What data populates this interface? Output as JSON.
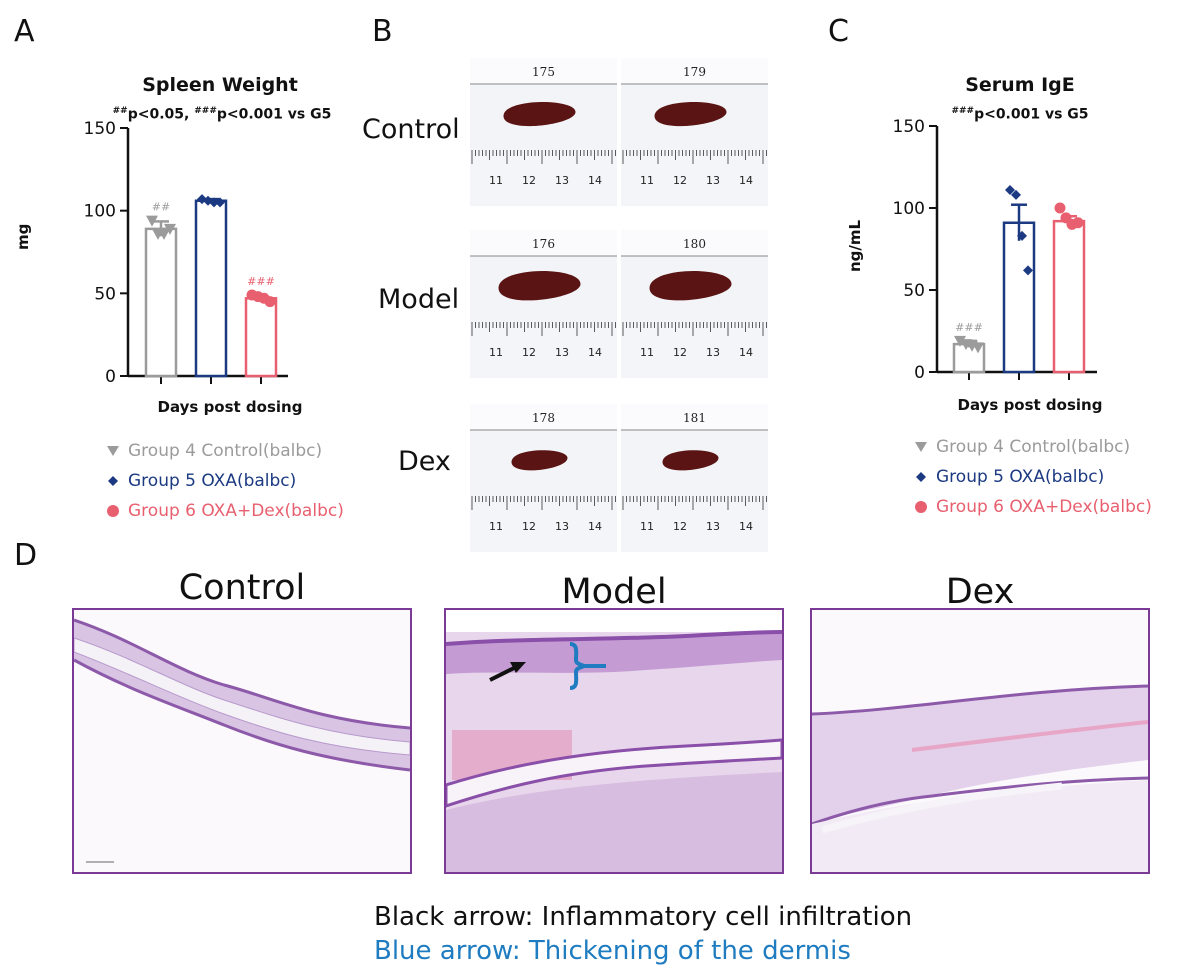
{
  "panels": {
    "a": "A",
    "b": "B",
    "c": "C",
    "d": "D"
  },
  "colors": {
    "group4": "#9b9b9b",
    "group5": "#1c3a82",
    "group6": "#e8606f",
    "frame": "#7b3a96",
    "blue_text": "#1f7cc1"
  },
  "legend": [
    {
      "symbol": "triangle-down",
      "label": "Group 4 Control(balbc)",
      "color": "#9b9b9b"
    },
    {
      "symbol": "diamond",
      "label": "Group 5 OXA(balbc)",
      "color": "#1c3a82"
    },
    {
      "symbol": "circle",
      "label": "Group 6 OXA+Dex(balbc)",
      "color": "#e8606f"
    }
  ],
  "chart_data": [
    {
      "type": "bar",
      "title": "Spleen Weight",
      "subtitle": {
        "sup1": "##",
        "text1": "p<0.05, ",
        "sup2": "###",
        "text2": "p<0.001 vs G5"
      },
      "xlabel": "Days post dosing",
      "ylabel": "mg",
      "ylim": [
        0,
        150
      ],
      "yticks": [
        "0",
        "50",
        "100",
        "150"
      ],
      "series": [
        {
          "group": "Group 4",
          "mean": 89,
          "sem": 4.5,
          "points": [
            94,
            86,
            86,
            89
          ],
          "marker": "triangle-down",
          "color": "#9b9b9b",
          "annotation": "##"
        },
        {
          "group": "Group 5",
          "mean": 106,
          "sem": 1,
          "points": [
            107,
            106,
            105,
            105
          ],
          "marker": "diamond",
          "color": "#1c3a82",
          "annotation": ""
        },
        {
          "group": "Group 6",
          "mean": 47,
          "sem": 1,
          "points": [
            49,
            48,
            47,
            45
          ],
          "marker": "circle",
          "color": "#e8606f",
          "annotation": "###"
        }
      ]
    },
    {
      "type": "bar",
      "title": "Serum IgE",
      "subtitle": {
        "sup1": "###",
        "text1": "p<0.001 vs G5",
        "sup2": "",
        "text2": ""
      },
      "xlabel": "Days post dosing",
      "ylabel": "ng/mL",
      "ylim": [
        0,
        150
      ],
      "yticks": [
        "0",
        "50",
        "100",
        "150"
      ],
      "series": [
        {
          "group": "Group 4",
          "mean": 17,
          "sem": 2,
          "points": [
            19,
            17,
            16,
            15
          ],
          "marker": "triangle-down",
          "color": "#9b9b9b",
          "annotation": "###"
        },
        {
          "group": "Group 5",
          "mean": 91,
          "sem": 11,
          "points": [
            111,
            108,
            83,
            62
          ],
          "marker": "diamond",
          "color": "#1c3a82",
          "annotation": ""
        },
        {
          "group": "Group 6",
          "mean": 92,
          "sem": 3,
          "points": [
            100,
            94,
            90,
            91
          ],
          "marker": "circle",
          "color": "#e8606f",
          "annotation": ""
        }
      ]
    }
  ],
  "spleen_photos": {
    "rows": [
      {
        "label": "Control",
        "ids": [
          "175",
          "179"
        ],
        "length": "short"
      },
      {
        "label": "Model",
        "ids": [
          "176",
          "180"
        ],
        "length": "long"
      },
      {
        "label": "Dex",
        "ids": [
          "178",
          "181"
        ],
        "length": "small"
      }
    ],
    "ruler_numbers": [
      "11",
      "12",
      "13",
      "14"
    ]
  },
  "histology": {
    "panels": [
      "Control",
      "Model",
      "Dex"
    ]
  },
  "captions": {
    "black": "Black arrow: Inflammatory cell infiltration",
    "blue": "Blue arrow: Thickening of the dermis"
  }
}
